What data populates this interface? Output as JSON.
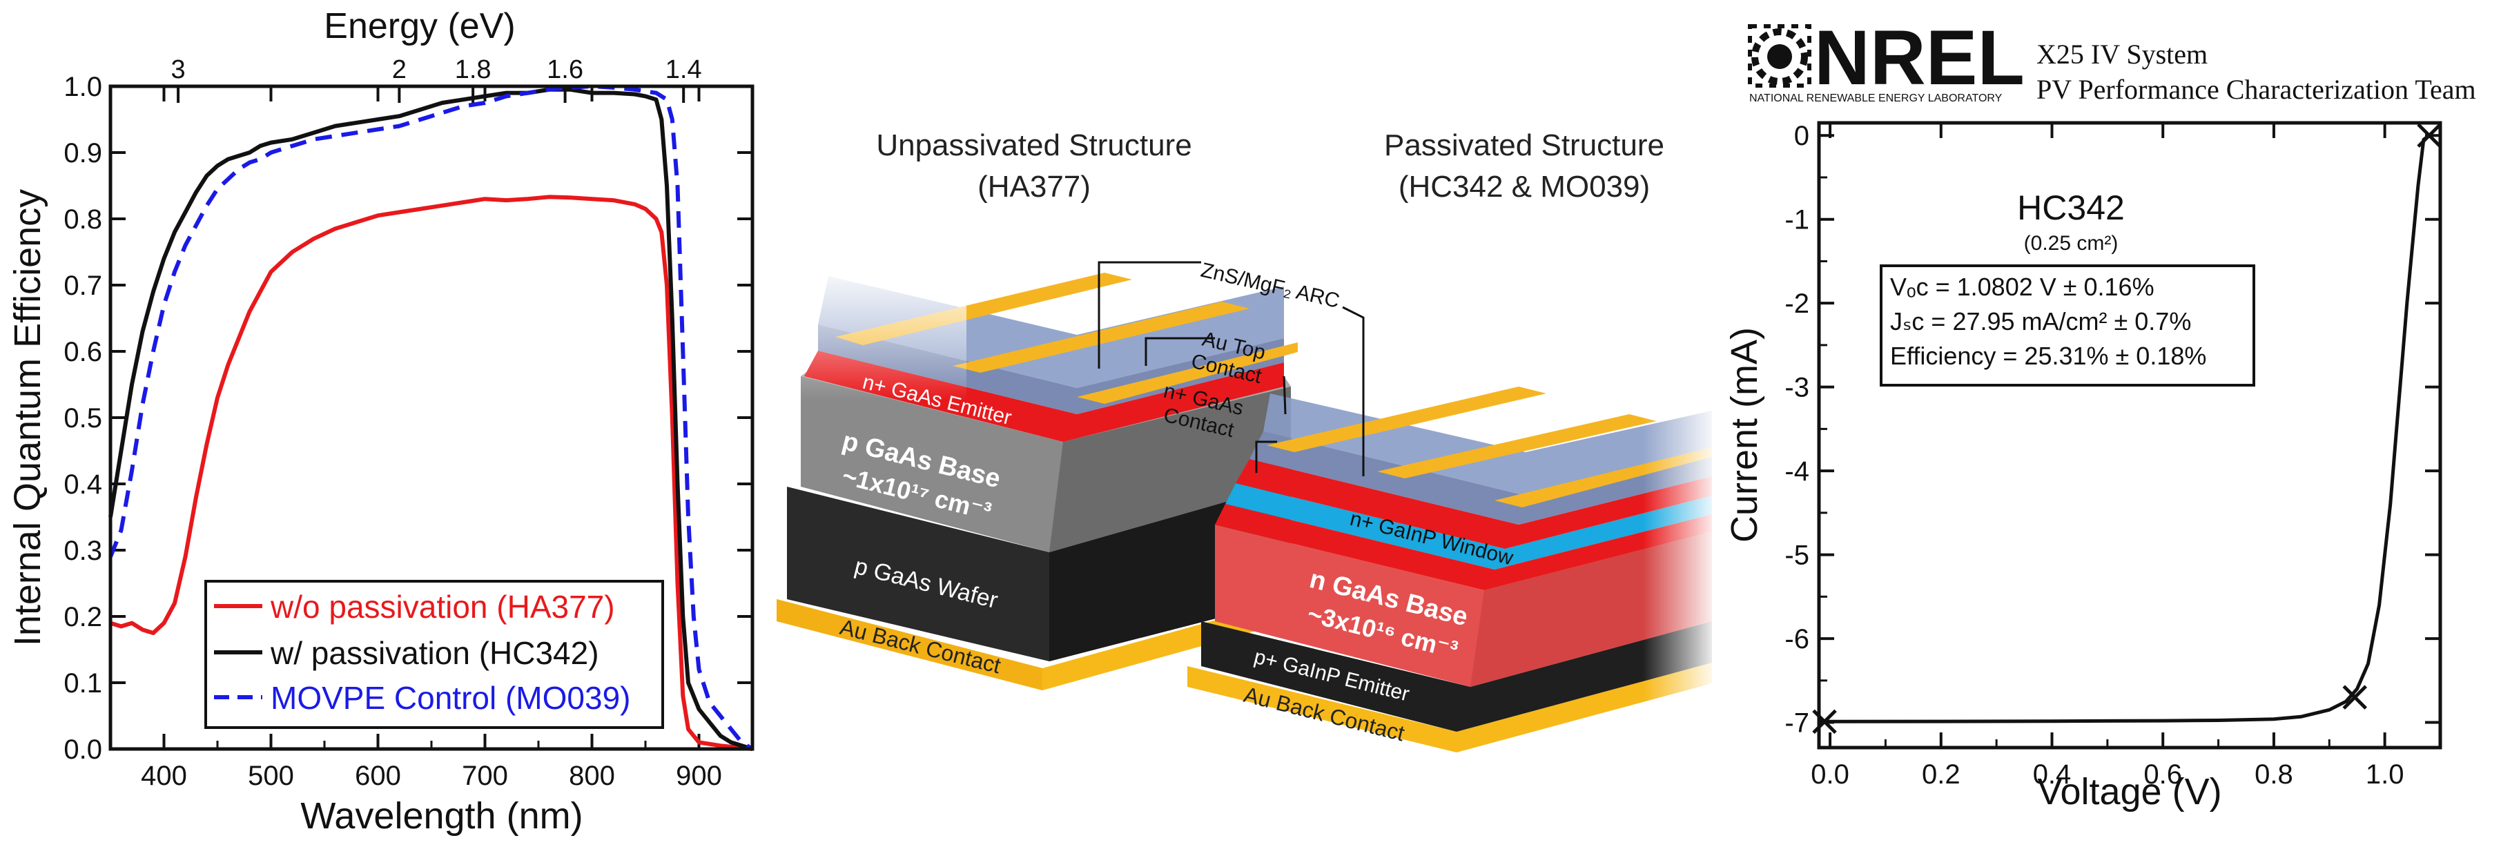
{
  "left_chart": {
    "top_axis_title": "Energy (eV)",
    "top_tick_labels": [
      "3",
      "2",
      "1.8",
      "1.6",
      "1.4"
    ],
    "xlabel": "Wavelength (nm)",
    "ylabel": "Internal Quantum Efficiency",
    "x_tick_labels": [
      "400",
      "500",
      "600",
      "700",
      "800",
      "900"
    ],
    "y_tick_labels": [
      "0.0",
      "0.1",
      "0.2",
      "0.3",
      "0.4",
      "0.5",
      "0.6",
      "0.7",
      "0.8",
      "0.9",
      "1.0"
    ],
    "legend": [
      "w/o passivation (HA377)",
      "w/ passivation (HC342)",
      "MOVPE Control (MO039)"
    ]
  },
  "diagram": {
    "unpassivated_title": [
      "Unpassivated Structure",
      "(HA377)"
    ],
    "passivated_title": [
      "Passivated Structure",
      "(HC342 & MO039)"
    ],
    "arc_label": "ZnS/MgF₂ ARC",
    "au_top_contact": [
      "Au Top",
      "Contact"
    ],
    "ngaas_contact": [
      "n+ GaAs",
      "Contact"
    ],
    "left_layers": [
      "n+ GaAs Emitter",
      "p GaAs Base",
      "~1x10¹⁷ cm⁻³",
      "p GaAs Wafer",
      "Au Back Contact"
    ],
    "right_layers": [
      "n+ GaInP Window",
      "n GaAs Base",
      "~3x10¹⁶ cm⁻³",
      "p+ GaInP Emitter",
      "Au Back Contact"
    ]
  },
  "iv_panel": {
    "logo_text": "NREL",
    "logo_subtext": "NATIONAL RENEWABLE ENERGY LABORATORY",
    "system_name": "X25 IV System",
    "team_name": "PV Performance Characterization Team",
    "device": "HC342",
    "area": "(0.25 cm²)",
    "voc": "Vₒᴄ = 1.0802 V ± 0.16%",
    "jsc": "Jₛᴄ = 27.95 mA/cm² ± 0.7%",
    "efficiency": "Efficiency = 25.31% ± 0.18%",
    "xlabel": "Voltage (V)",
    "ylabel": "Current (mA)",
    "x_tick_labels": [
      "0.0",
      "0.2",
      "0.4",
      "0.6",
      "0.8",
      "1.0"
    ],
    "y_tick_labels": [
      "0",
      "-1",
      "-2",
      "-3",
      "-4",
      "-5",
      "-6",
      "-7"
    ]
  },
  "chart_data": [
    {
      "type": "line",
      "title": "",
      "xlabel": "Wavelength (nm)",
      "ylabel": "Internal Quantum Efficiency",
      "secondary_xlabel": "Energy (eV)",
      "xlim": [
        350,
        950
      ],
      "ylim": [
        0,
        1.0
      ],
      "legend_position": "bottom-left",
      "series": [
        {
          "name": "w/o passivation (HA377)",
          "color": "#e8191c",
          "style": "solid",
          "points": [
            [
              350,
              0.19
            ],
            [
              360,
              0.185
            ],
            [
              370,
              0.19
            ],
            [
              380,
              0.18
            ],
            [
              390,
              0.175
            ],
            [
              400,
              0.19
            ],
            [
              410,
              0.22
            ],
            [
              420,
              0.29
            ],
            [
              430,
              0.38
            ],
            [
              440,
              0.46
            ],
            [
              450,
              0.53
            ],
            [
              460,
              0.58
            ],
            [
              470,
              0.62
            ],
            [
              480,
              0.66
            ],
            [
              490,
              0.69
            ],
            [
              500,
              0.72
            ],
            [
              520,
              0.75
            ],
            [
              540,
              0.77
            ],
            [
              560,
              0.785
            ],
            [
              580,
              0.795
            ],
            [
              600,
              0.805
            ],
            [
              620,
              0.81
            ],
            [
              640,
              0.815
            ],
            [
              660,
              0.82
            ],
            [
              680,
              0.825
            ],
            [
              700,
              0.83
            ],
            [
              720,
              0.828
            ],
            [
              740,
              0.83
            ],
            [
              760,
              0.833
            ],
            [
              780,
              0.832
            ],
            [
              800,
              0.83
            ],
            [
              820,
              0.828
            ],
            [
              840,
              0.822
            ],
            [
              850,
              0.815
            ],
            [
              860,
              0.8
            ],
            [
              865,
              0.78
            ],
            [
              870,
              0.7
            ],
            [
              875,
              0.5
            ],
            [
              880,
              0.25
            ],
            [
              885,
              0.08
            ],
            [
              890,
              0.03
            ],
            [
              900,
              0.01
            ],
            [
              920,
              0.005
            ],
            [
              950,
              0.0
            ]
          ]
        },
        {
          "name": "w/ passivation (HC342)",
          "color": "#111111",
          "style": "solid",
          "points": [
            [
              350,
              0.35
            ],
            [
              360,
              0.45
            ],
            [
              370,
              0.55
            ],
            [
              380,
              0.63
            ],
            [
              390,
              0.69
            ],
            [
              400,
              0.74
            ],
            [
              410,
              0.78
            ],
            [
              420,
              0.81
            ],
            [
              430,
              0.84
            ],
            [
              440,
              0.865
            ],
            [
              450,
              0.88
            ],
            [
              460,
              0.89
            ],
            [
              470,
              0.895
            ],
            [
              480,
              0.9
            ],
            [
              490,
              0.91
            ],
            [
              500,
              0.915
            ],
            [
              520,
              0.92
            ],
            [
              540,
              0.93
            ],
            [
              560,
              0.94
            ],
            [
              580,
              0.945
            ],
            [
              600,
              0.95
            ],
            [
              620,
              0.955
            ],
            [
              640,
              0.965
            ],
            [
              660,
              0.975
            ],
            [
              680,
              0.98
            ],
            [
              700,
              0.985
            ],
            [
              720,
              0.99
            ],
            [
              740,
              0.99
            ],
            [
              760,
              0.995
            ],
            [
              780,
              0.995
            ],
            [
              800,
              0.99
            ],
            [
              820,
              0.99
            ],
            [
              840,
              0.988
            ],
            [
              850,
              0.985
            ],
            [
              860,
              0.98
            ],
            [
              865,
              0.95
            ],
            [
              870,
              0.85
            ],
            [
              875,
              0.65
            ],
            [
              880,
              0.4
            ],
            [
              885,
              0.2
            ],
            [
              890,
              0.1
            ],
            [
              900,
              0.06
            ],
            [
              910,
              0.04
            ],
            [
              920,
              0.02
            ],
            [
              930,
              0.01
            ],
            [
              950,
              0.0
            ]
          ]
        },
        {
          "name": "MOVPE Control (MO039)",
          "color": "#1a1ae6",
          "style": "dashed",
          "points": [
            [
              350,
              0.29
            ],
            [
              360,
              0.33
            ],
            [
              370,
              0.42
            ],
            [
              380,
              0.52
            ],
            [
              390,
              0.6
            ],
            [
              400,
              0.67
            ],
            [
              410,
              0.72
            ],
            [
              420,
              0.76
            ],
            [
              430,
              0.79
            ],
            [
              440,
              0.82
            ],
            [
              450,
              0.845
            ],
            [
              460,
              0.86
            ],
            [
              470,
              0.875
            ],
            [
              480,
              0.885
            ],
            [
              490,
              0.89
            ],
            [
              500,
              0.9
            ],
            [
              520,
              0.91
            ],
            [
              540,
              0.92
            ],
            [
              560,
              0.925
            ],
            [
              580,
              0.93
            ],
            [
              600,
              0.935
            ],
            [
              620,
              0.94
            ],
            [
              640,
              0.95
            ],
            [
              660,
              0.96
            ],
            [
              680,
              0.97
            ],
            [
              700,
              0.975
            ],
            [
              720,
              0.985
            ],
            [
              740,
              0.99
            ],
            [
              760,
              0.995
            ],
            [
              780,
              0.998
            ],
            [
              800,
              1.0
            ],
            [
              820,
              0.998
            ],
            [
              840,
              0.995
            ],
            [
              860,
              0.99
            ],
            [
              870,
              0.98
            ],
            [
              875,
              0.95
            ],
            [
              880,
              0.85
            ],
            [
              885,
              0.6
            ],
            [
              890,
              0.35
            ],
            [
              895,
              0.2
            ],
            [
              900,
              0.12
            ],
            [
              910,
              0.07
            ],
            [
              920,
              0.05
            ],
            [
              930,
              0.03
            ],
            [
              940,
              0.01
            ],
            [
              950,
              0.0
            ]
          ]
        }
      ]
    },
    {
      "type": "line",
      "title": "HC342",
      "xlabel": "Voltage (V)",
      "ylabel": "Current (mA)",
      "xlim": [
        -0.02,
        1.1
      ],
      "ylim": [
        -7.3,
        0.15
      ],
      "series": [
        {
          "name": "",
          "color": "#111111",
          "style": "solid",
          "points": [
            [
              -0.02,
              -6.99
            ],
            [
              0.0,
              -6.99
            ],
            [
              0.2,
              -6.988
            ],
            [
              0.4,
              -6.985
            ],
            [
              0.6,
              -6.98
            ],
            [
              0.7,
              -6.975
            ],
            [
              0.8,
              -6.96
            ],
            [
              0.85,
              -6.93
            ],
            [
              0.9,
              -6.85
            ],
            [
              0.93,
              -6.75
            ],
            [
              0.95,
              -6.6
            ],
            [
              0.97,
              -6.3
            ],
            [
              0.99,
              -5.6
            ],
            [
              1.0,
              -5.0
            ],
            [
              1.01,
              -4.4
            ],
            [
              1.02,
              -3.6
            ],
            [
              1.03,
              -2.8
            ],
            [
              1.04,
              -2.0
            ],
            [
              1.05,
              -1.3
            ],
            [
              1.06,
              -0.6
            ],
            [
              1.07,
              -0.05
            ],
            [
              1.08,
              0.0
            ],
            [
              1.09,
              0.2
            ],
            [
              1.1,
              0.3
            ]
          ]
        }
      ],
      "markers": [
        {
          "x": -0.01,
          "y": -6.99
        },
        {
          "x": 0.946,
          "y": -6.7
        },
        {
          "x": 1.0802,
          "y": 0.0
        }
      ]
    }
  ]
}
